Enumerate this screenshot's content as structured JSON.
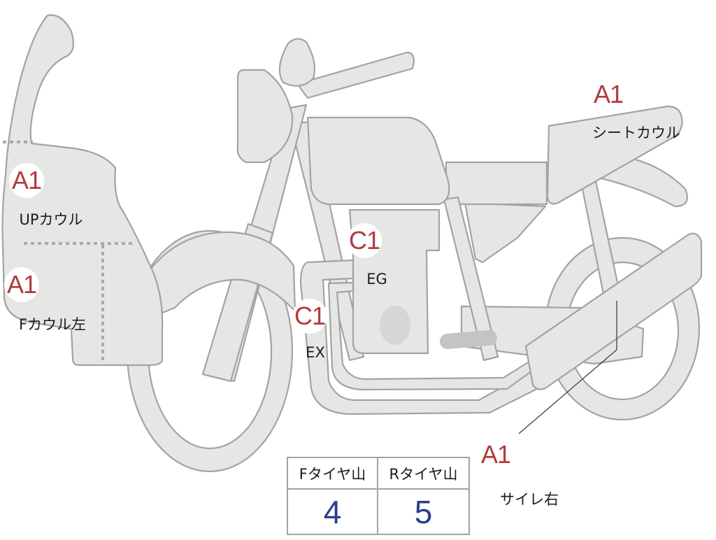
{
  "callouts": {
    "up_cowl": {
      "grade": "A1",
      "label": "UPカウル"
    },
    "f_cowl_left": {
      "grade": "A1",
      "label": "Fカウル左"
    },
    "engine": {
      "grade": "C1",
      "label": "EG"
    },
    "exhaust": {
      "grade": "C1",
      "label": "EX"
    },
    "seat_cowl": {
      "grade": "A1",
      "label": "シートカウル"
    },
    "muffler_right": {
      "grade": "A1",
      "label": "サイレ右"
    }
  },
  "tire_table": {
    "headers": [
      "Fタイヤ山",
      "Rタイヤ山"
    ],
    "values": [
      "4",
      "5"
    ]
  },
  "colors": {
    "part_fill": "#e6e6e4",
    "part_outline": "#a3a3a3",
    "grade_text": "#b23a3a",
    "value_text": "#2b3f8c"
  }
}
